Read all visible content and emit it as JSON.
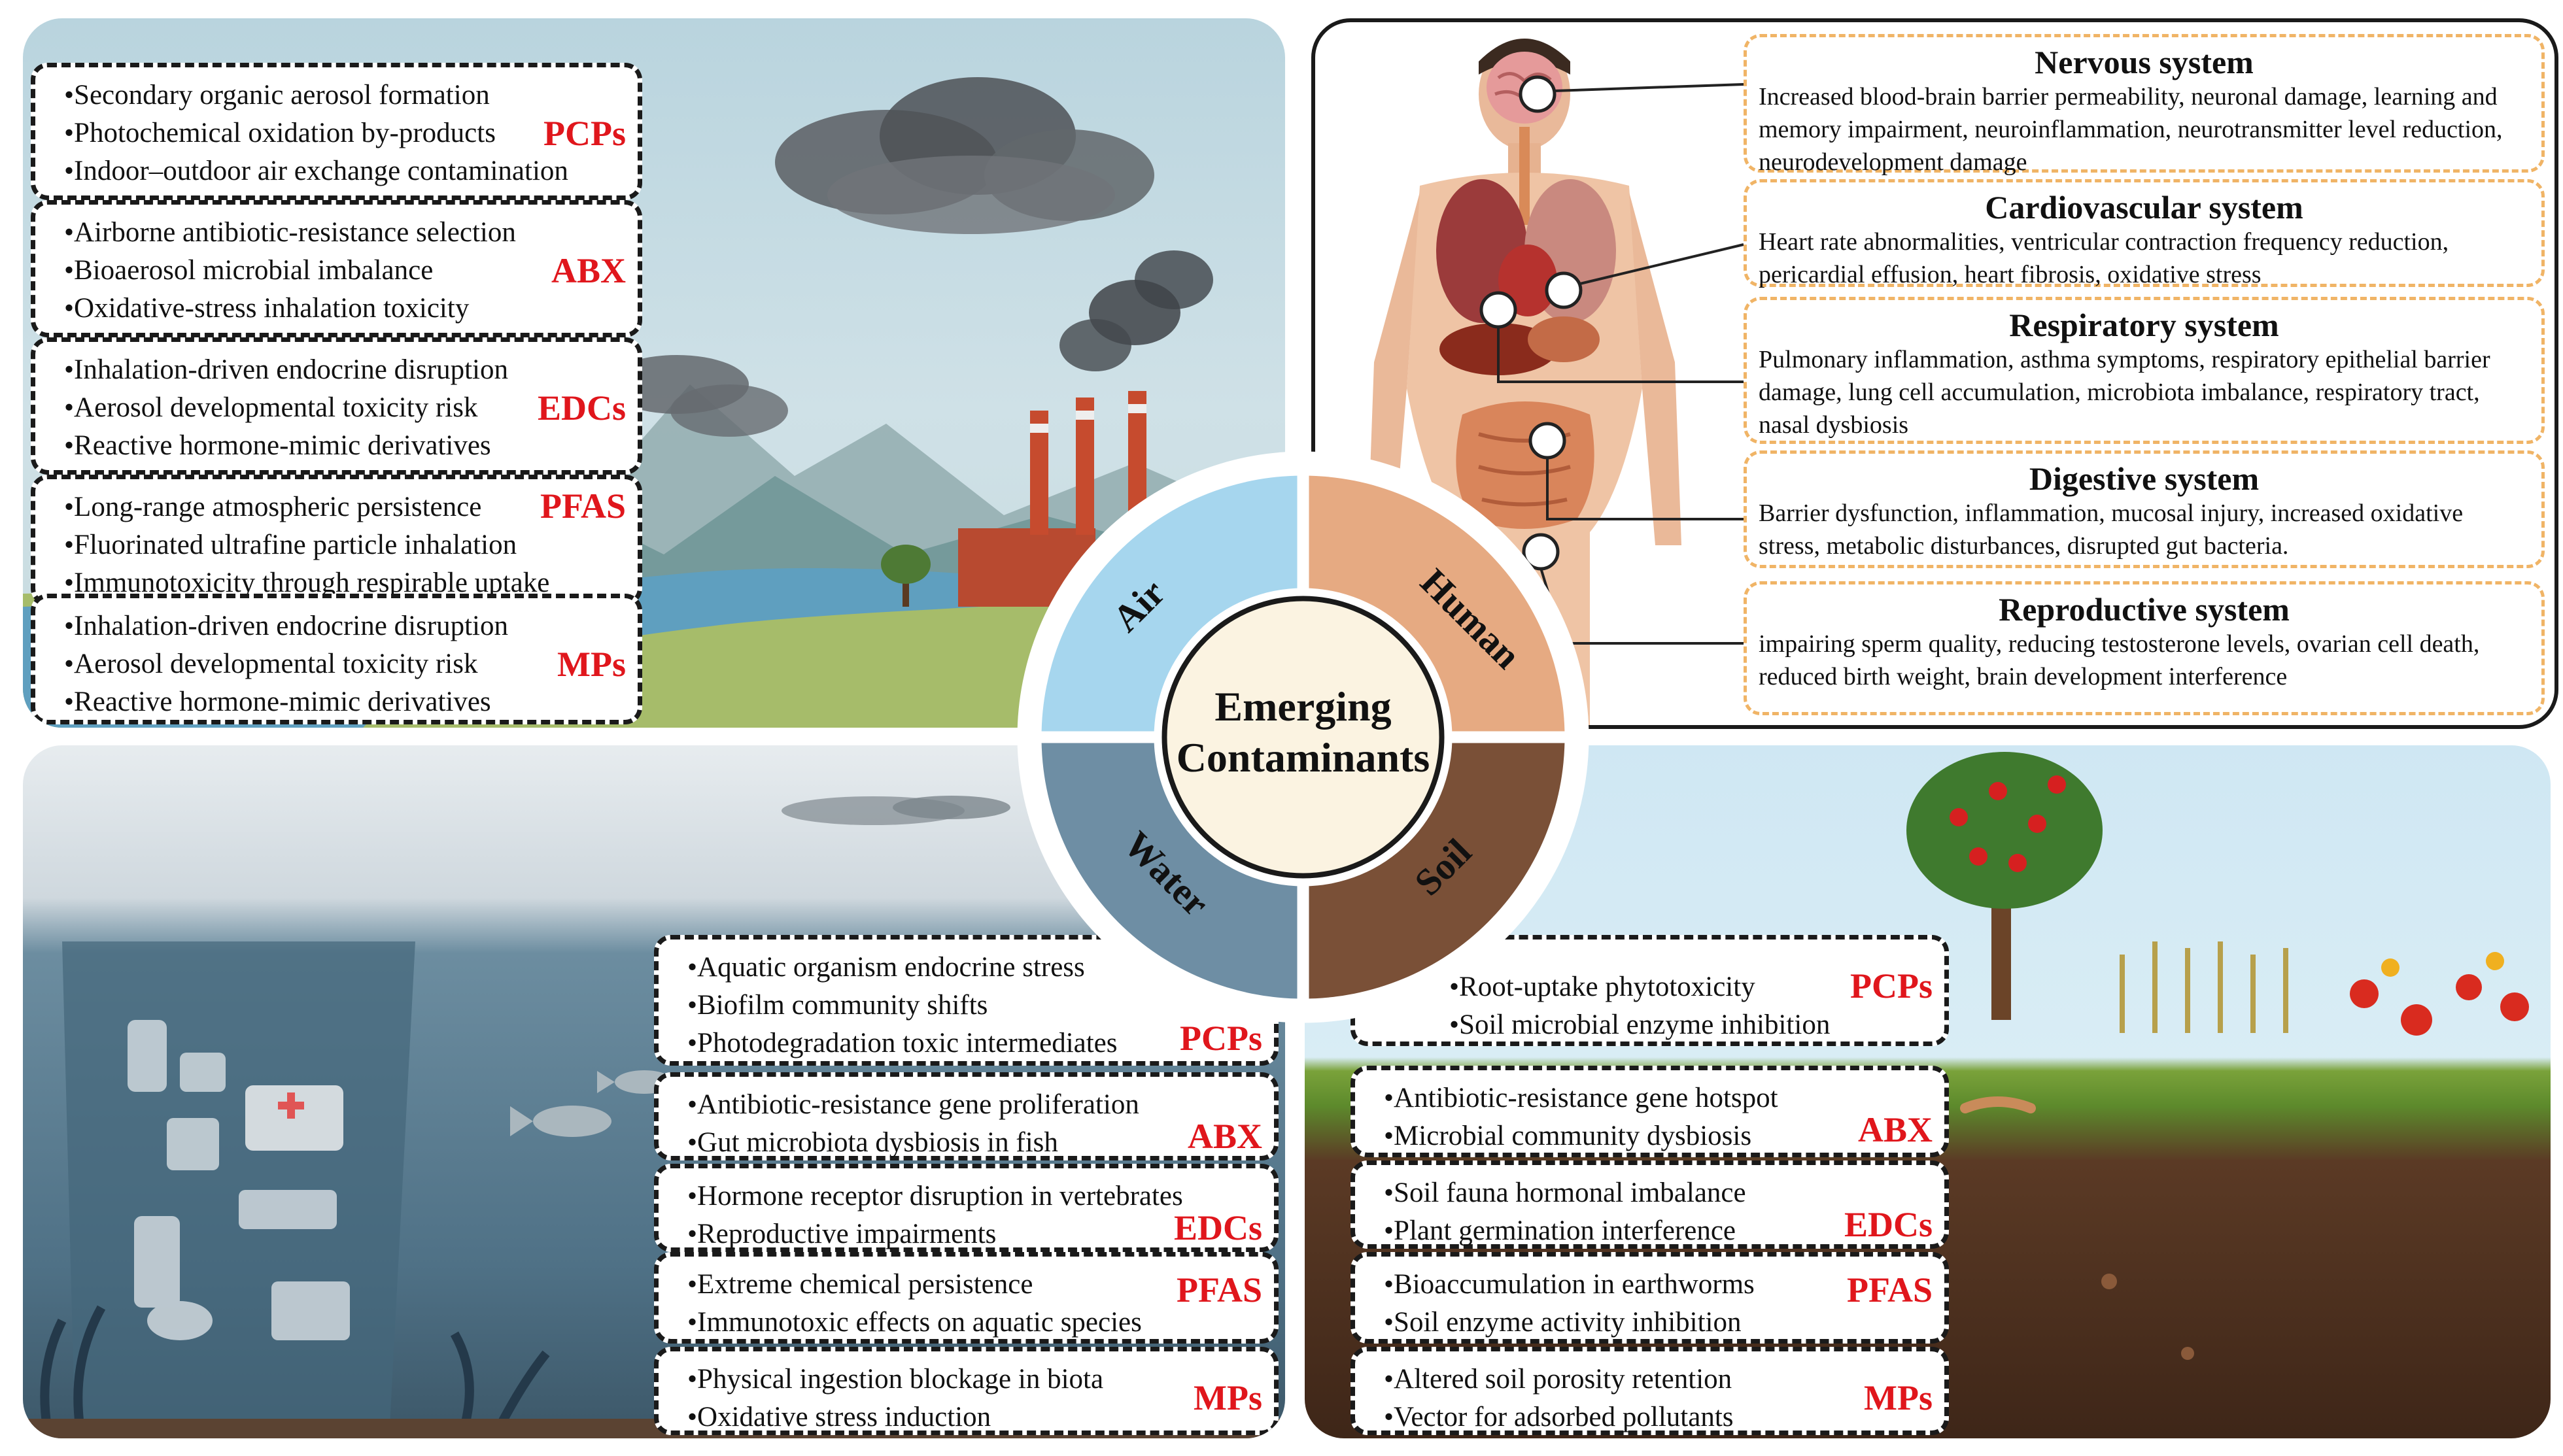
{
  "center": {
    "title_line1": "Emerging",
    "title_line2": "Contaminants",
    "quadrants": [
      "Air",
      "Human",
      "Water",
      "Soil"
    ]
  },
  "colors": {
    "air": "#a6d6ee",
    "human": "#e6aa82",
    "water": "#6e8ea4",
    "soil": "#7a5037",
    "tag_red": "#e0161c",
    "human_box_border": "#f0b466"
  },
  "air": {
    "boxes": [
      {
        "tag": "PCPs",
        "items": [
          "•Secondary organic aerosol formation",
          "•Photochemical oxidation by-products",
          "•Indoor–outdoor air exchange contamination"
        ]
      },
      {
        "tag": "ABX",
        "items": [
          "•Airborne antibiotic-resistance selection",
          "•Bioaerosol microbial imbalance",
          "•Oxidative-stress inhalation toxicity"
        ]
      },
      {
        "tag": "EDCs",
        "items": [
          "•Inhalation-driven endocrine disruption",
          "•Aerosol developmental toxicity risk",
          "•Reactive hormone-mimic derivatives"
        ]
      },
      {
        "tag": "PFAS",
        "items": [
          "•Long-range atmospheric persistence",
          "•Fluorinated ultrafine particle inhalation",
          "•Immunotoxicity through respirable uptake"
        ]
      },
      {
        "tag": "MPs",
        "items": [
          "•Inhalation-driven endocrine disruption",
          "•Aerosol developmental toxicity risk",
          "•Reactive hormone-mimic derivatives"
        ]
      }
    ]
  },
  "human": {
    "systems": [
      {
        "title": "Nervous system",
        "desc": "Increased blood-brain barrier permeability, neuronal damage, learning and memory impairment, neuroinflammation, neurotransmitter level reduction, neurodevelopment damage"
      },
      {
        "title": "Cardiovascular system",
        "desc": "Heart rate abnormalities, ventricular contraction frequency reduction, pericardial effusion, heart fibrosis, oxidative stress"
      },
      {
        "title": "Respiratory system",
        "desc": "Pulmonary inflammation, asthma symptoms, respiratory epithelial barrier damage, lung cell accumulation, microbiota imbalance, respiratory tract, nasal dysbiosis"
      },
      {
        "title": "Digestive system",
        "desc": "Barrier dysfunction, inflammation, mucosal injury, increased oxidative stress, metabolic disturbances, disrupted gut bacteria."
      },
      {
        "title": "Reproductive system",
        "desc": "impairing sperm quality, reducing testosterone levels, ovarian cell death, reduced birth weight, brain development interference"
      }
    ]
  },
  "water": {
    "boxes": [
      {
        "tag": "PCPs",
        "items": [
          "•Aquatic organism endocrine stress",
          "•Biofilm community shifts",
          "•Photodegradation toxic intermediates"
        ]
      },
      {
        "tag": "ABX",
        "items": [
          "•Antibiotic-resistance gene proliferation",
          "•Gut microbiota dysbiosis in fish"
        ]
      },
      {
        "tag": "EDCs",
        "items": [
          "•Hormone receptor disruption in vertebrates",
          "•Reproductive impairments"
        ]
      },
      {
        "tag": "PFAS",
        "items": [
          "•Extreme chemical persistence",
          "•Immunotoxic effects on aquatic species"
        ]
      },
      {
        "tag": "MPs",
        "items": [
          "•Physical ingestion blockage in biota",
          "•Oxidative stress induction"
        ]
      }
    ]
  },
  "soil": {
    "boxes": [
      {
        "tag": "PCPs",
        "items": [
          "•Root-uptake phytotoxicity",
          "•Soil microbial enzyme inhibition"
        ]
      },
      {
        "tag": "ABX",
        "items": [
          "•Antibiotic-resistance gene hotspot",
          "•Microbial community dysbiosis"
        ]
      },
      {
        "tag": "EDCs",
        "items": [
          "•Soil fauna hormonal imbalance",
          "•Plant germination interference"
        ]
      },
      {
        "tag": "PFAS",
        "items": [
          "•Bioaccumulation in earthworms",
          "•Soil enzyme activity inhibition"
        ]
      },
      {
        "tag": "MPs",
        "items": [
          "•Altered soil porosity retention",
          "•Vector for adsorbed pollutants"
        ]
      }
    ]
  }
}
